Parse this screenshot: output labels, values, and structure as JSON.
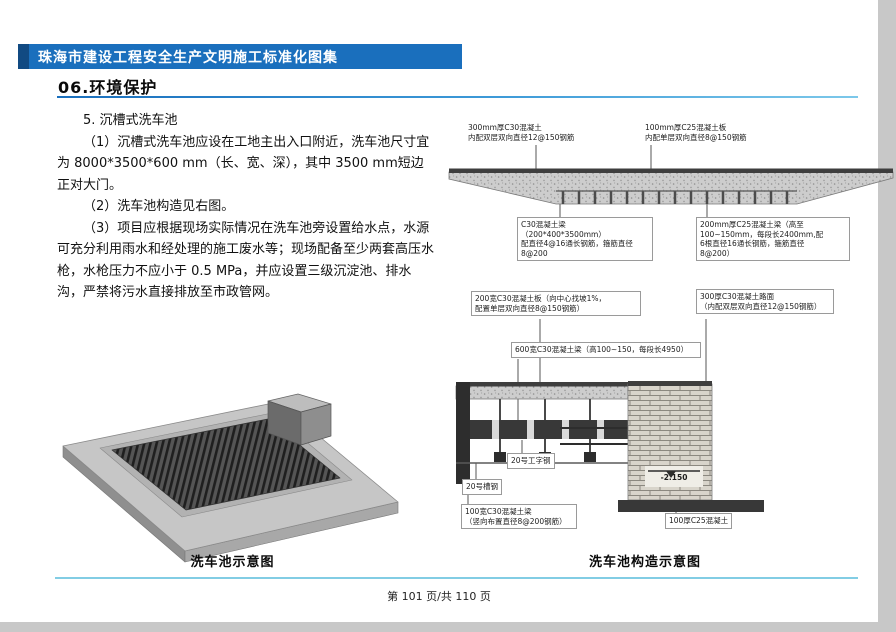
{
  "banner": {
    "title": "珠海市建设工程安全生产文明施工标准化图集"
  },
  "section": {
    "title": "06.环境保护"
  },
  "article": {
    "heading": "5. 沉槽式洗车池",
    "paragraphs": [
      "（1）沉槽式洗车池应设在工地主出入口附近，洗车池尺寸宜 为 8000*3500*600 mm（长、宽、深），其中 3500 mm短边正对大门。",
      "（2）洗车池构造见右图。",
      "（3）项目应根据现场实际情况在洗车池旁设置给水点，水源可充分利用雨水和经处理的施工废水等；现场配备至少两套高压水枪，水枪压力不应小于 0.5 MPa，并应设置三级沉淀池、排水沟，严禁将污水直接排放至市政管网。"
    ]
  },
  "top_diagram": {
    "labels": {
      "slab_left": "300mm厚C30混凝土\n内配双层双向直径12@150钢筋",
      "slab_right": "100mm厚C25混凝土板\n内配单层双向直径8@150钢筋",
      "beam_left": "C30混凝土梁（200*400*3500mm）\n配直径4@16通长钢筋，箍筋直径\n8@200",
      "beam_right": "200mm厚C25混凝土梁（高至\n100~150mm，每段长2400mm,配\n6根直径16通长钢筋，箍筋直径\n8@200）"
    }
  },
  "detail_diagram": {
    "labels": {
      "slab": "200宽C30混凝土板（向中心找坡1%，\n配置单层双向直径8@150钢筋）",
      "pavement": "300厚C30混凝土路面\n（内配双层双向直径12@150钢筋）",
      "beam600": "600宽C30混凝土梁（高100~150，每段长4950）",
      "ibeam": "20号工字钢",
      "channel": "20号槽钢",
      "beam100": "100宽C30混凝土梁\n（竖向布置直径8@200钢筋）",
      "concrete100": "100厚C25混凝土",
      "elevation": "-2.150"
    },
    "caption": "洗车池构造示意图"
  },
  "left_figure": {
    "caption": "洗车池示意图"
  },
  "footer": {
    "page_indicator": "第 101 页/共 110 页"
  },
  "colors": {
    "banner_blue": "#1a6fbd",
    "accent_dark_blue": "#114a82",
    "footer_rule_cyan": "#82cde4"
  }
}
